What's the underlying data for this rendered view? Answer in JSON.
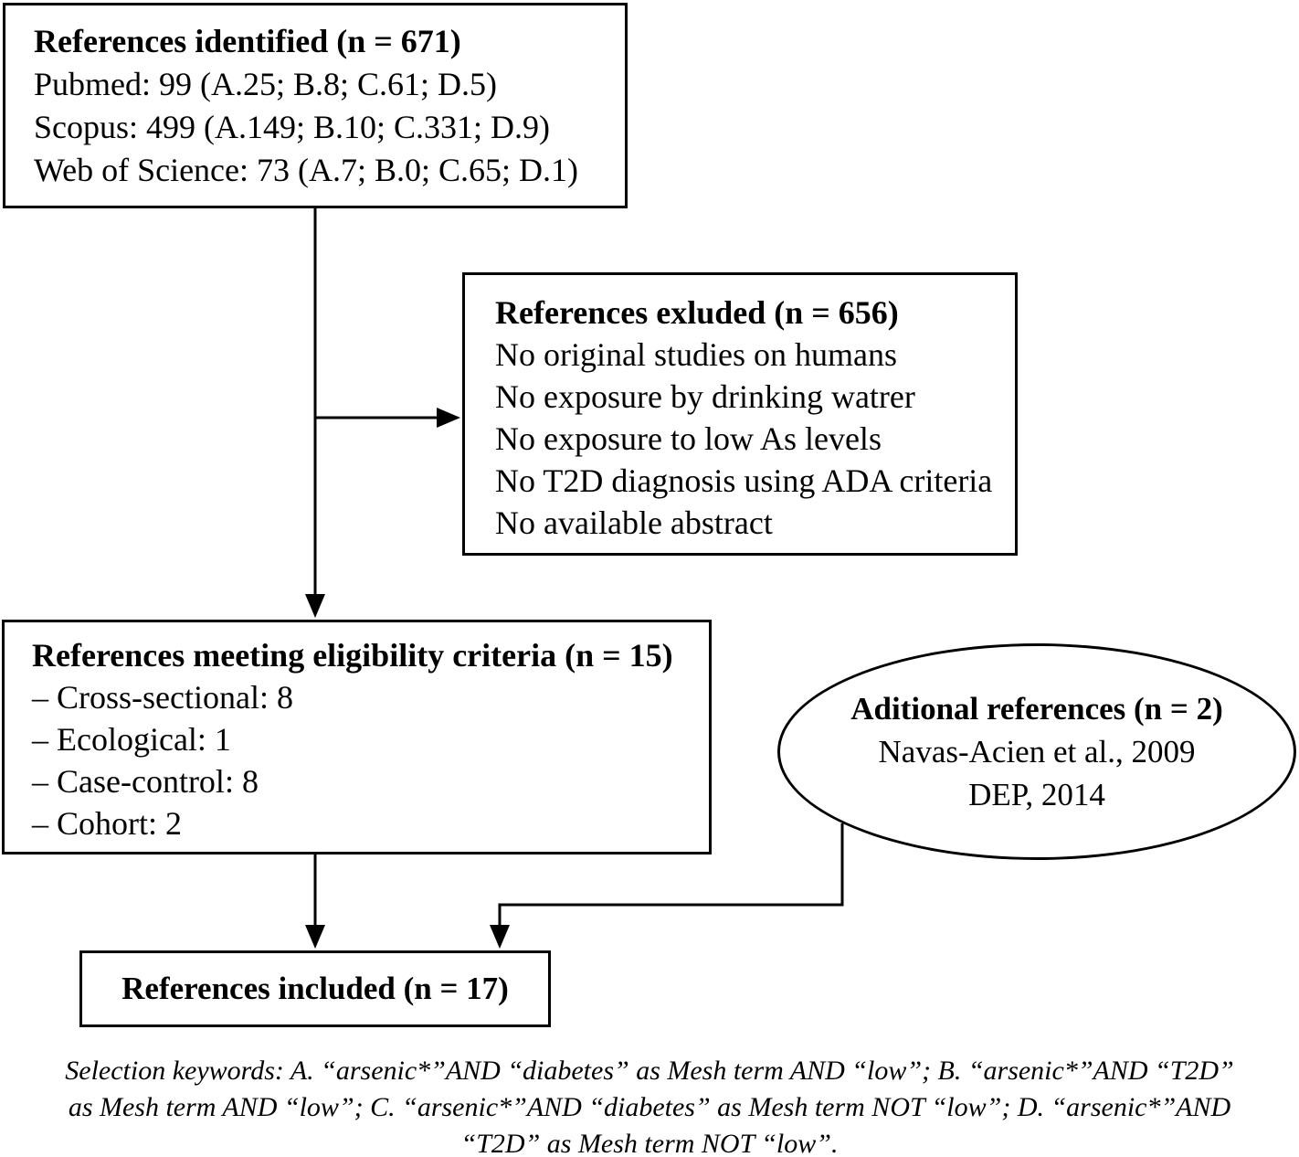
{
  "colors": {
    "ink": "#000000",
    "paper": "#ffffff"
  },
  "boxes": {
    "identified": {
      "title": "References identified (n = 671)",
      "lines": [
        "Pubmed: 99 (A.25; B.8; C.61; D.5)",
        "Scopus: 499 (A.149; B.10; C.331; D.9)",
        "Web of Science: 73 (A.7; B.0; C.65; D.1)"
      ]
    },
    "excluded": {
      "title": "References exluded (n = 656)",
      "lines": [
        "No original studies on humans",
        "No exposure by drinking watrer",
        "No exposure to low As levels",
        "No T2D diagnosis using ADA criteria",
        "No available abstract"
      ]
    },
    "eligibility": {
      "title": "References meeting eligibility criteria (n = 15)",
      "lines": [
        "– Cross-sectional: 8",
        "– Ecological: 1",
        "– Case-control: 8",
        "– Cohort: 2"
      ]
    },
    "additional": {
      "title": "Aditional references (n = 2)",
      "lines": [
        "Navas-Acien et al., 2009",
        "DEP, 2014"
      ]
    },
    "included": {
      "title": "References included (n = 17)"
    }
  },
  "footnote": {
    "lines": [
      "Selection keywords: A. “arsenic*”AND “diabetes” as Mesh term AND “low”; B. “arsenic*”AND “T2D”",
      "as Mesh term AND “low”; C. “arsenic*”AND “diabetes” as Mesh term NOT “low”; D. “arsenic*”AND",
      "“T2D” as Mesh term NOT “low”."
    ]
  }
}
